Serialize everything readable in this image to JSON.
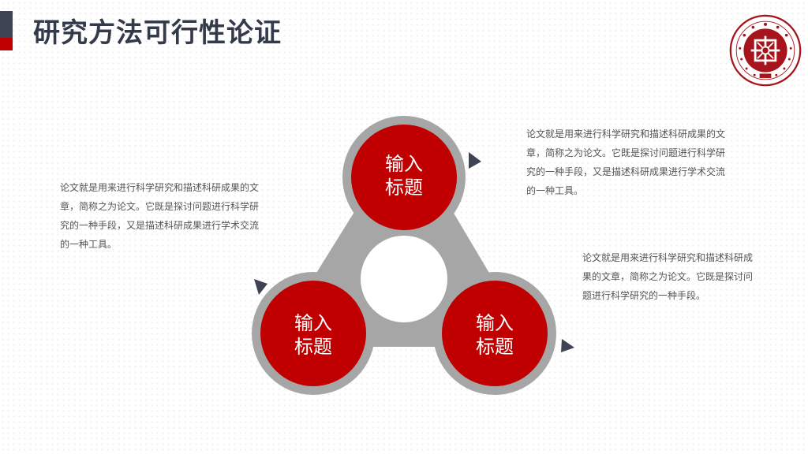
{
  "slide": {
    "title": "研究方法可行性论证"
  },
  "theme": {
    "primary_red": "#c00000",
    "dark": "#3d4353",
    "gray": "#a6a6a6"
  },
  "logo": {
    "icon": "university-seal-icon"
  },
  "nodes": [
    {
      "label_line1": "输入",
      "label_line2": "标题"
    },
    {
      "label_line1": "输入",
      "label_line2": "标题"
    },
    {
      "label_line1": "输入",
      "label_line2": "标题"
    }
  ],
  "descriptions": {
    "left": "论文就是用来进行科学研究和描述科研成果的文章，简称之为论文。它既是探讨问题进行科学研究的一种手段，又是描述科研成果进行学术交流的一种工具。",
    "top_right": "论文就是用来进行科学研究和描述科研成果的文章，简称之为论文。它既是探讨问题进行科学研究的一种手段，又是描述科研成果进行学术交流的一种工具。",
    "bottom_right": "论文就是用来进行科学研究和描述科研成果的文章，简称之为论文。它既是探讨问题进行科学研究的一种手段。"
  }
}
